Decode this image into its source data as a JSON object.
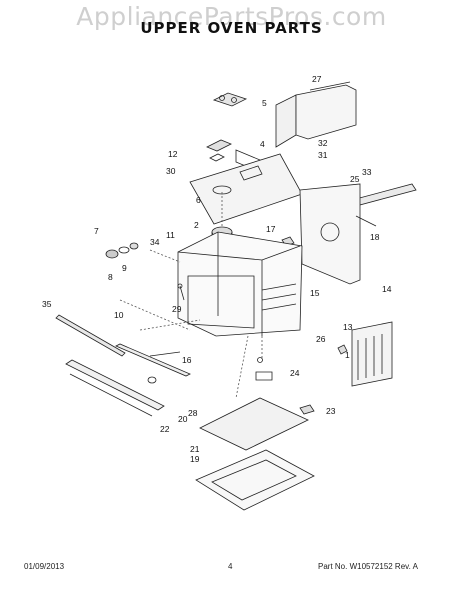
{
  "watermark": "AppliancePartsPros.com",
  "title": "UPPER OVEN PARTS",
  "footer": {
    "date": "01/09/2013",
    "page": "4",
    "part_info": "Part No.  W10572152  Rev. A"
  },
  "callouts": [
    "1",
    "2",
    "4",
    "5",
    "6",
    "7",
    "8",
    "9",
    "10",
    "11",
    "12",
    "13",
    "14",
    "15",
    "16",
    "17",
    "18",
    "19",
    "20",
    "21",
    "22",
    "23",
    "24",
    "25",
    "26",
    "27",
    "28",
    "29",
    "30",
    "31",
    "32",
    "33",
    "34",
    "35"
  ]
}
